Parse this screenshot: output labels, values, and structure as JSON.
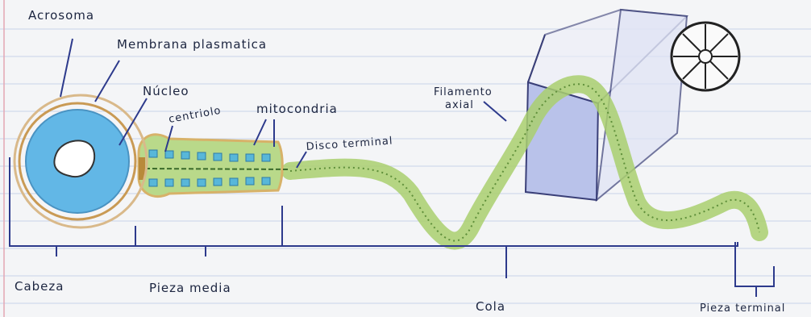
{
  "labels": {
    "acrosoma": "Acrosoma",
    "membrana": "Membrana plasmatica",
    "nucleo": "Núcleo",
    "centriolo": "centriolo",
    "mitocondria": "mitocondria",
    "disco": "Disco terminal",
    "filamento_1": "Filamento",
    "filamento_2": "axial",
    "cabeza": "Cabeza",
    "pieza_media": "Pieza media",
    "cola": "Cola",
    "pieza_terminal": "Pieza terminal"
  },
  "colors": {
    "paper": "#f4f5f7",
    "ruled_line": "#c9d3e8",
    "margin_line": "#e3a7b4",
    "nucleus_fill": "#62b7e6",
    "acrosome_ring": "#c99a54",
    "membrane_ring": "#d9b98a",
    "midpiece_fill": "#b9d98a",
    "tail_fill": "#c7e08d",
    "ink": "#2d3a8c",
    "box_fill": "#b9c2ea"
  }
}
